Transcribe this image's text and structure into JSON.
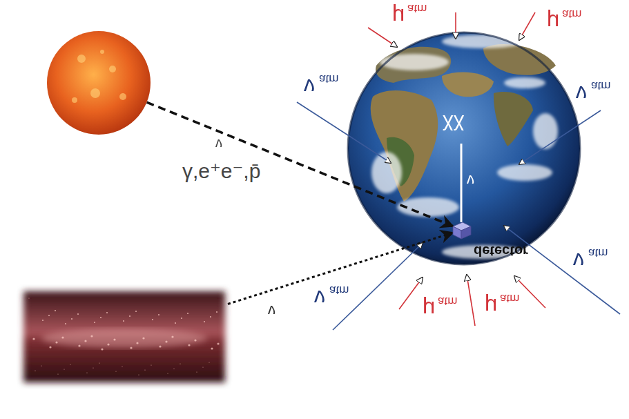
{
  "diagram": {
    "nodes": [
      {
        "text": []
      },
      {
        "text": []
      },
      {
        "text": [
          "detector"
        ]
      }
    ],
    "edges": [
      {
        "from": 0,
        "to": 2,
        "arrow": "to",
        "label": "γ,e⁺e⁻,p̄"
      },
      {
        "from": 1,
        "to": 2,
        "arrow": "to",
        "label": "ν"
      }
    ],
    "labels": [
      "ν",
      "χχ",
      "ν",
      "μ",
      "atm",
      "μ",
      "atm",
      "ν",
      "atm",
      "ν",
      "atm",
      "μ",
      "atm",
      "μ",
      "atm",
      "ν",
      "atm",
      "ν",
      "atm"
    ]
  }
}
